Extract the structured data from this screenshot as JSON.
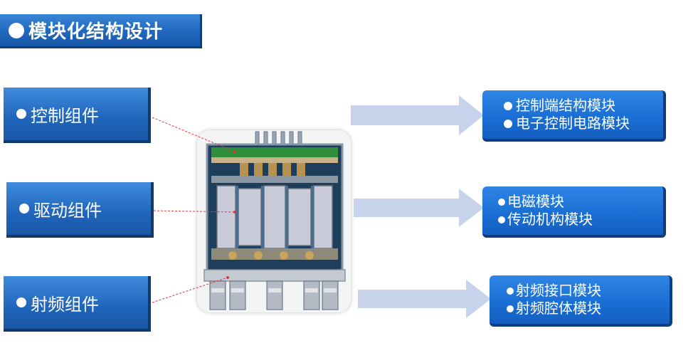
{
  "title": "模块化结构设计",
  "components": [
    {
      "label": "控制组件"
    },
    {
      "label": "驱动组件"
    },
    {
      "label": "射频组件"
    }
  ],
  "modules": [
    {
      "items": [
        "控制端结构模块",
        "电子控制电路模块"
      ]
    },
    {
      "items": [
        "电磁模块",
        "传动机构模块"
      ]
    },
    {
      "items": [
        "射频接口模块",
        "射频腔体模块"
      ]
    }
  ],
  "colors": {
    "box_blue": "#1f65bb",
    "arrow_fill": "#c6d3ea",
    "leader_line": "#e23b3b"
  }
}
